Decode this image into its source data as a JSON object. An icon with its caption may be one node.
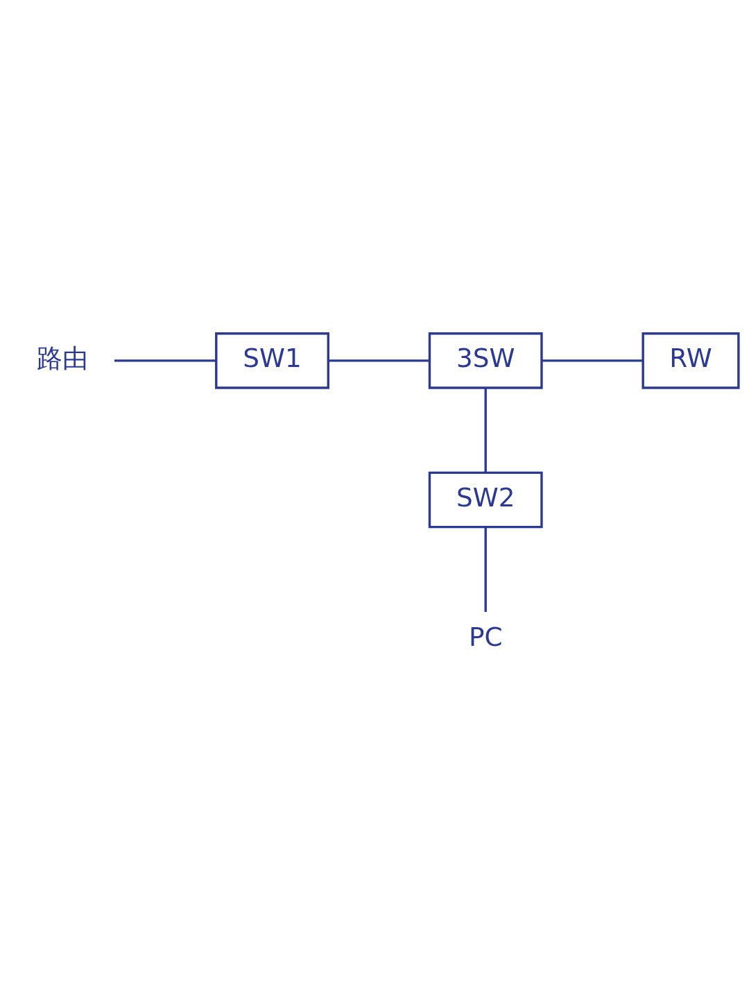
{
  "diagram": {
    "nodes": [
      {
        "text": [
          "路由"
        ]
      },
      {
        "text": [
          "SW1"
        ]
      },
      {
        "text": [
          "3SW"
        ]
      },
      {
        "text": [
          "RW"
        ]
      },
      {
        "text": [
          "SW2"
        ]
      },
      {
        "text": [
          "PC"
        ]
      }
    ],
    "edges": [
      {
        "from": 0,
        "to": 1,
        "arrow": "none"
      },
      {
        "from": 1,
        "to": 2,
        "arrow": "none"
      },
      {
        "from": 2,
        "to": 3,
        "arrow": "none"
      },
      {
        "from": 2,
        "to": 4,
        "arrow": "none"
      },
      {
        "from": 4,
        "to": 5,
        "arrow": "none"
      }
    ]
  }
}
